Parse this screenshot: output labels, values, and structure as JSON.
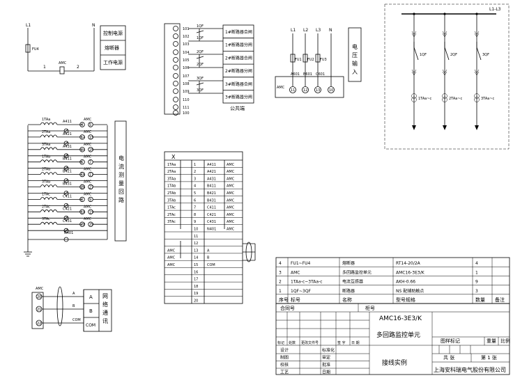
{
  "ctrl_power": {
    "L": "L1",
    "N": "N",
    "fuse": "FU4",
    "module": "AMC",
    "pin1": "1",
    "pin2": "2",
    "labels": [
      "控制电源",
      "熔断器",
      "工作电源"
    ]
  },
  "breaker_status": {
    "terminals": [
      "101",
      "102",
      "103",
      "104",
      "105",
      "106",
      "107",
      "108",
      "109",
      "110",
      "111",
      "100"
    ],
    "switches": [
      "1QF",
      "1QF",
      "2QF",
      "2QF",
      "3QF",
      "3QF"
    ],
    "labels": [
      "1#断路器合闸",
      "1#断路器分闸",
      "2#断路器合闸",
      "2#断路器分闸",
      "3#断路器合闸",
      "3#断路器分闸",
      "公共端"
    ]
  },
  "voltage_input": {
    "phases": [
      "L1",
      "L2",
      "L3",
      "N"
    ],
    "fuses": [
      "FU1",
      "FU2",
      "FU3"
    ],
    "wires": [
      "A601",
      "B601",
      "C601"
    ],
    "module": "AMC",
    "terminals": [
      "11",
      "12",
      "13",
      "10"
    ],
    "label": "电压输入"
  },
  "busbar": {
    "bus_label": "L1-L3",
    "breakers": [
      "1QF",
      "2QF",
      "3QF"
    ],
    "ct_labels": [
      "1TAa~c",
      "2TAa~c",
      "3TAa~c"
    ]
  },
  "current_loop": {
    "label": "电流测量回路",
    "rows": [
      {
        "ct": "1TAa",
        "wire": "A411",
        "t1": "4",
        "t2": "5"
      },
      {
        "ct": "2TAa",
        "wire": "A421",
        "t1": "14",
        "t2": "15"
      },
      {
        "ct": "3TAa",
        "wire": "A431",
        "t1": "24",
        "t2": "25"
      },
      {
        "ct": "1TAb",
        "wire": "B411",
        "t1": "6",
        "t2": "7"
      },
      {
        "ct": "2TAb",
        "wire": "B421",
        "t1": "16",
        "t2": "17"
      },
      {
        "ct": "3TAb",
        "wire": "B431",
        "t1": "26",
        "t2": "27"
      },
      {
        "ct": "1TAc",
        "wire": "C411",
        "t1": "8",
        "t2": "9"
      },
      {
        "ct": "2TAc",
        "wire": "C421",
        "t1": "18",
        "t2": "19"
      },
      {
        "ct": "3TAc",
        "wire": "C431",
        "t1": "28",
        "t2": "29"
      }
    ],
    "amc": "AMC",
    "neutral_wire": "N401"
  },
  "terminal_table": {
    "header": "X",
    "rows": [
      [
        "1TAa",
        "1",
        "A411",
        "AMC"
      ],
      [
        "2TAa",
        "2",
        "A421",
        "AMC"
      ],
      [
        "3TAa",
        "3",
        "A431",
        "AMC"
      ],
      [
        "1TAb",
        "4",
        "B411",
        "AMC"
      ],
      [
        "2TAb",
        "5",
        "B421",
        "AMC"
      ],
      [
        "3TAb",
        "6",
        "B431",
        "AMC"
      ],
      [
        "1TAc",
        "7",
        "C411",
        "AMC"
      ],
      [
        "2TAc",
        "8",
        "C421",
        "AMC"
      ],
      [
        "3TAc",
        "9",
        "C431",
        "AMC"
      ],
      [
        "",
        "10",
        "N401",
        "AMC"
      ],
      [
        "",
        "11",
        "",
        ""
      ],
      [
        "",
        "12",
        "",
        ""
      ],
      [
        "AMC",
        "13",
        "A",
        ""
      ],
      [
        "AMC",
        "14",
        "B",
        ""
      ],
      [
        "AMC",
        "15",
        "COM",
        ""
      ],
      [
        "",
        "16",
        "",
        ""
      ],
      [
        "",
        "17",
        "",
        ""
      ],
      [
        "",
        "18",
        "",
        ""
      ],
      [
        "",
        "19",
        "",
        ""
      ],
      [
        "",
        "20",
        "",
        ""
      ]
    ]
  },
  "comm": {
    "module": "AMC",
    "terminals": [
      "20",
      "21",
      "22"
    ],
    "signals": [
      "A",
      "B",
      "COM"
    ],
    "label": "网络通讯"
  },
  "parts_table": {
    "rows": [
      [
        "4",
        "FU1~FU4",
        "熔断器",
        "RT14-20/2A",
        "4",
        ""
      ],
      [
        "3",
        "AMC",
        "多回路监控单元",
        "AMC16-3E3/K",
        "1",
        ""
      ],
      [
        "2",
        "1TAa-c~3TAa-c",
        "电流互感器",
        "AKH-0.66",
        "9",
        ""
      ],
      [
        "1",
        "1QF~3QF",
        "断路器",
        "NS 配辅助触点",
        "3",
        ""
      ]
    ],
    "header": [
      "序号",
      "标号",
      "名称",
      "型号规格",
      "数量",
      "备注"
    ]
  },
  "title_block": {
    "contract_label": "合同号",
    "cabinet_label": "柜号",
    "model": "AMC16-3E3/K",
    "unit_name": "多回路监控单元",
    "drawing_title": "接线实例",
    "company": "上海安科瑞电气股份有限公司",
    "rev_headers": [
      "标记",
      "处数",
      "更改文件号",
      "签 字",
      "日 期"
    ],
    "sign_labels": [
      "设计",
      "制图",
      "校核",
      "工艺"
    ],
    "approve_labels": [
      "标准化",
      "审定",
      "批准",
      "日期"
    ],
    "stage_label": "图样标记",
    "weight_label": "重量",
    "scale_label": "比例",
    "total_label": "共  张",
    "sheet_label": "第 1 张"
  }
}
